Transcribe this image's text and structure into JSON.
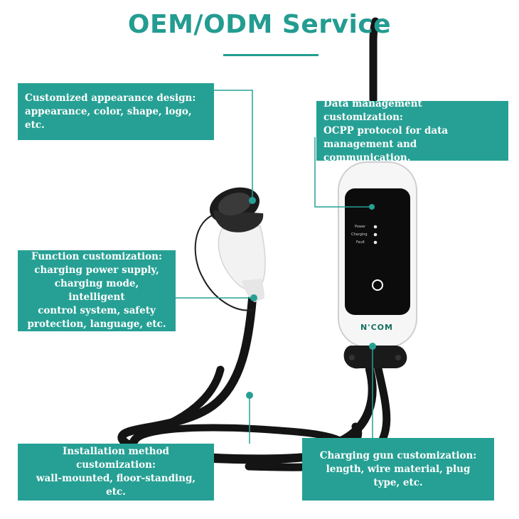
{
  "title": "OEM/ODM Service",
  "boxes": {
    "appearance": [
      "Customized appearance design:",
      "appearance, color, shape, logo, etc."
    ],
    "data": [
      "Data management customization:",
      "OCPP protocol for data",
      "management and communication."
    ],
    "function": [
      "Function customization:",
      "charging power supply,",
      "charging mode, intelligent",
      "control system, safety",
      "protection, language, etc."
    ],
    "install": [
      "Installation method customization:",
      "wall-mounted, floor-standing, etc."
    ],
    "gun": [
      "Charging gun customization:",
      "length, wire material, plug",
      "type, etc."
    ]
  },
  "device": {
    "brand": "N'COM",
    "leds": [
      "Power",
      "Charging",
      "Fault"
    ]
  },
  "colors": {
    "teal": "#26a094",
    "title": "#239c91"
  }
}
